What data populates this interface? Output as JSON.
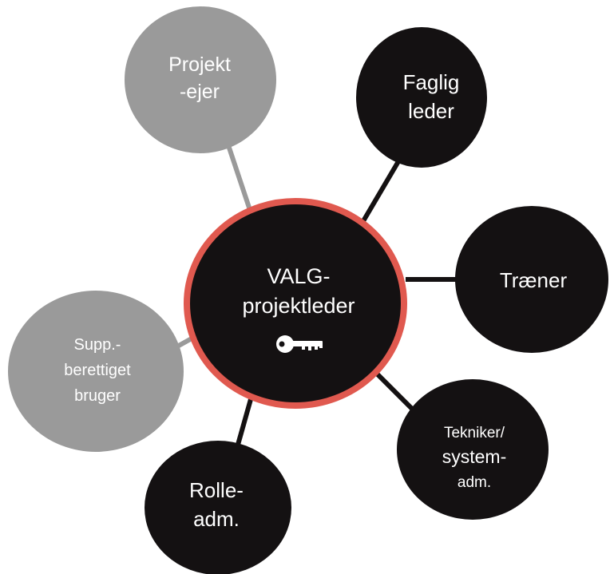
{
  "colors": {
    "dark_node": "#141112",
    "gray_node": "#9a9a9a",
    "dark_connector": "#141112",
    "gray_connector": "#9a9a9a",
    "center_ring": "#e0594f",
    "text": "#ffffff",
    "background": "#ffffff"
  },
  "center": {
    "line1": "VALG-",
    "line2": "projektleder",
    "icon": "key-icon"
  },
  "nodes": {
    "projektejer": {
      "line1": "Projekt",
      "line2": "-ejer"
    },
    "faglig_leder": {
      "line1": "Faglig",
      "line2": "leder"
    },
    "traener": {
      "line1": "Træner"
    },
    "tekniker": {
      "line1": "Tekniker/",
      "line2": "system-",
      "line3": "adm."
    },
    "rolleadm": {
      "line1": "Rolle-",
      "line2": "adm."
    },
    "supp": {
      "line1": "Supp.-",
      "line2": "berettiget",
      "line3": "bruger"
    }
  }
}
